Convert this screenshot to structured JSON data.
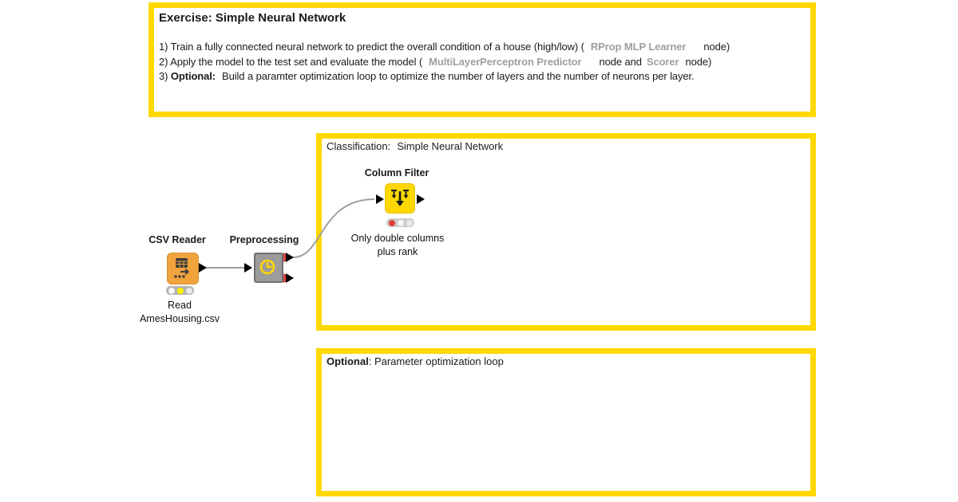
{
  "exercise_box": {
    "title": "Exercise: Simple Neural Network",
    "item1_pre": "1) Train a fully connected neural network to predict the overall condition of a house (high/low) (",
    "item1_node": "RProp MLP Learner",
    "item1_post": "node)",
    "item2_pre": "2) Apply the model to the test set and evaluate the model (",
    "item2_node1": "MultiLayerPerceptron Predictor",
    "item2_mid": "node and",
    "item2_node2": "Scorer",
    "item2_post": "node)",
    "item3_num": "3)",
    "item3_bold": "Optional:",
    "item3_text": "Build a paramter optimization loop to optimize the number of layers and the number of neurons per layer."
  },
  "classification_box": {
    "label": "Classification:",
    "title": "Simple Neural Network"
  },
  "optional_box": {
    "label": "Optional",
    "text": ": Parameter optimization loop"
  },
  "nodes": {
    "csv_reader": {
      "name": "CSV Reader",
      "annotation_line1": "Read",
      "annotation_line2": "AmesHousing.csv",
      "status": "configured"
    },
    "preprocessing": {
      "name": "Preprocessing",
      "type": "metanode"
    },
    "column_filter": {
      "name": "Column Filter",
      "annotation_line1": "Only double columns",
      "annotation_line2": "plus rank",
      "status": "not-executed"
    }
  },
  "colors": {
    "annotation_border": "#FFD800",
    "reader_node": "#F1A33C",
    "metanode_body": "#9B9B9B",
    "filter_node": "#FFD800",
    "status_red": "#E0413F",
    "status_yellow": "#FFF200",
    "node_ref_text": "#9E9E9E",
    "connection_line": "#A0A0A0"
  }
}
